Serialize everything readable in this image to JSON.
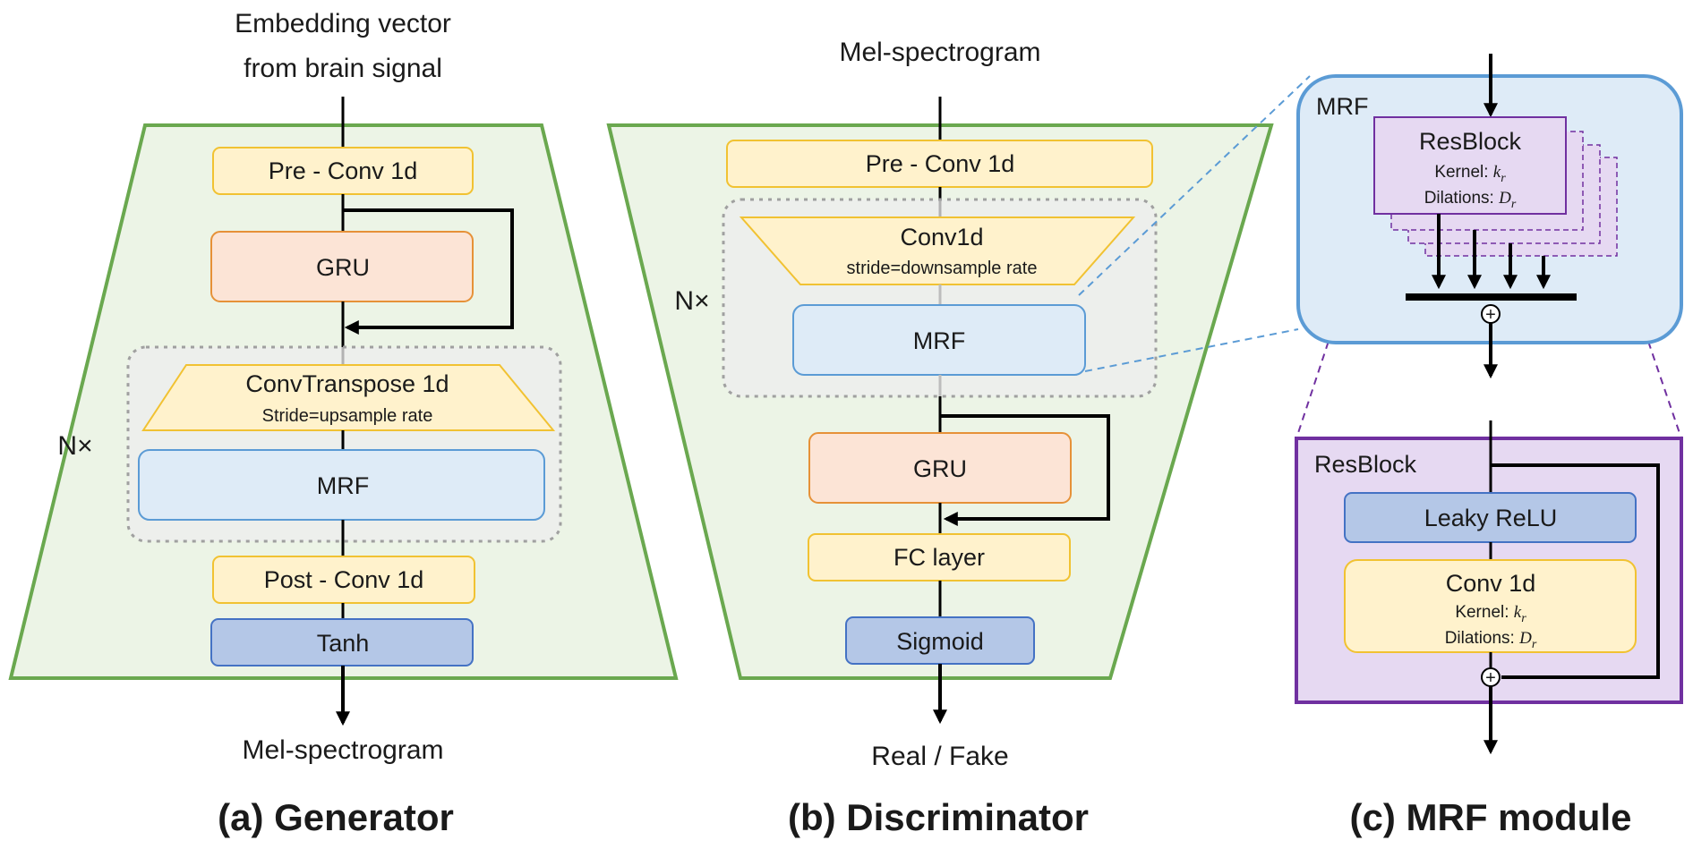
{
  "generator": {
    "input": [
      "Embedding vector",
      "from brain signal"
    ],
    "pre_conv": "Pre - Conv 1d",
    "gru": "GRU",
    "nx": "N×",
    "conv_transpose": "ConvTranspose 1d",
    "conv_transpose_sub": "Stride=upsample rate",
    "mrf": "MRF",
    "post_conv": "Post - Conv 1d",
    "tanh": "Tanh",
    "output": "Mel-spectrogram",
    "caption": "(a) Generator"
  },
  "discriminator": {
    "input": "Mel-spectrogram",
    "pre_conv": "Pre - Conv 1d",
    "nx": "N×",
    "conv1d": "Conv1d",
    "conv1d_sub": "stride=downsample rate",
    "mrf": "MRF",
    "gru": "GRU",
    "fc": "FC layer",
    "sigmoid": "Sigmoid",
    "output": "Real / Fake",
    "caption": "(b) Discriminator"
  },
  "mrf_module": {
    "title": "MRF",
    "resblock": "ResBlock",
    "kernel_prefix": "Kernel: ",
    "kernel_var": "k",
    "kernel_sub": "r",
    "dilation_prefix": "Dilations: ",
    "dilation_var": "D",
    "dilation_sub": "r",
    "plus": "+",
    "caption": "(c) MRF module"
  },
  "resblock_detail": {
    "title": "ResBlock",
    "leaky": "Leaky ReLU",
    "conv": "Conv 1d",
    "kernel_prefix": "Kernel: ",
    "kernel_var": "k",
    "kernel_sub": "r",
    "dilation_prefix": "Dilations: ",
    "dilation_var": "D",
    "dilation_sub": "r",
    "plus": "+"
  },
  "colors": {
    "panel_fill": "#ecf4e6",
    "panel_stroke": "#6aa84f",
    "yellow_fill": "#fff2cc",
    "yellow_stroke": "#f1c232",
    "orange_fill": "#fce4d6",
    "orange_stroke": "#e69138",
    "lightblue_fill": "#deebf7",
    "lightblue_stroke": "#5b9bd5",
    "darkblue_fill": "#b4c7e7",
    "darkblue_stroke": "#4472c4",
    "purple_fill": "#e6d9f2",
    "purple_stroke": "#7030a0"
  }
}
